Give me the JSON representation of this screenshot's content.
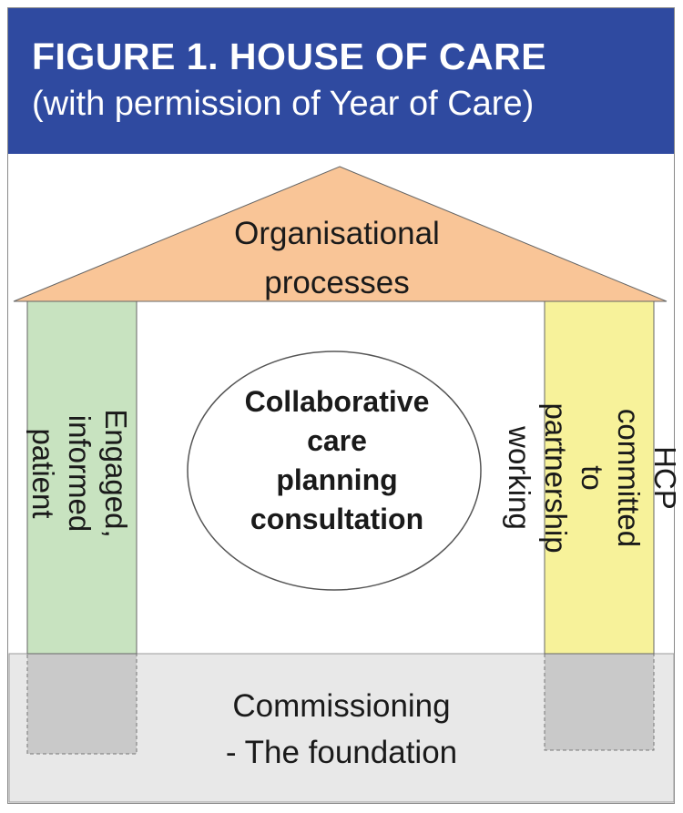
{
  "figure": {
    "title": "FIGURE 1. HOUSE OF CARE",
    "subtitle": "(with permission of Year of Care)"
  },
  "roof": {
    "text": "Organisational\nprocesses",
    "color": "#f9c597"
  },
  "left_pillar": {
    "text": "Engaged,\ninformed patient",
    "color": "#c8e3c0"
  },
  "right_pillar": {
    "text": "HCP committed to\npartnership working",
    "color": "#f7f29a"
  },
  "center": {
    "text": "Collaborative\ncare\nplanning\nconsultation"
  },
  "foundation": {
    "text": "Commissioning\n- The foundation",
    "color": "#e8e8e8",
    "block_color": "#c9c9c9"
  },
  "colors": {
    "header_bg": "#2f4aa0",
    "header_text": "#ffffff"
  }
}
